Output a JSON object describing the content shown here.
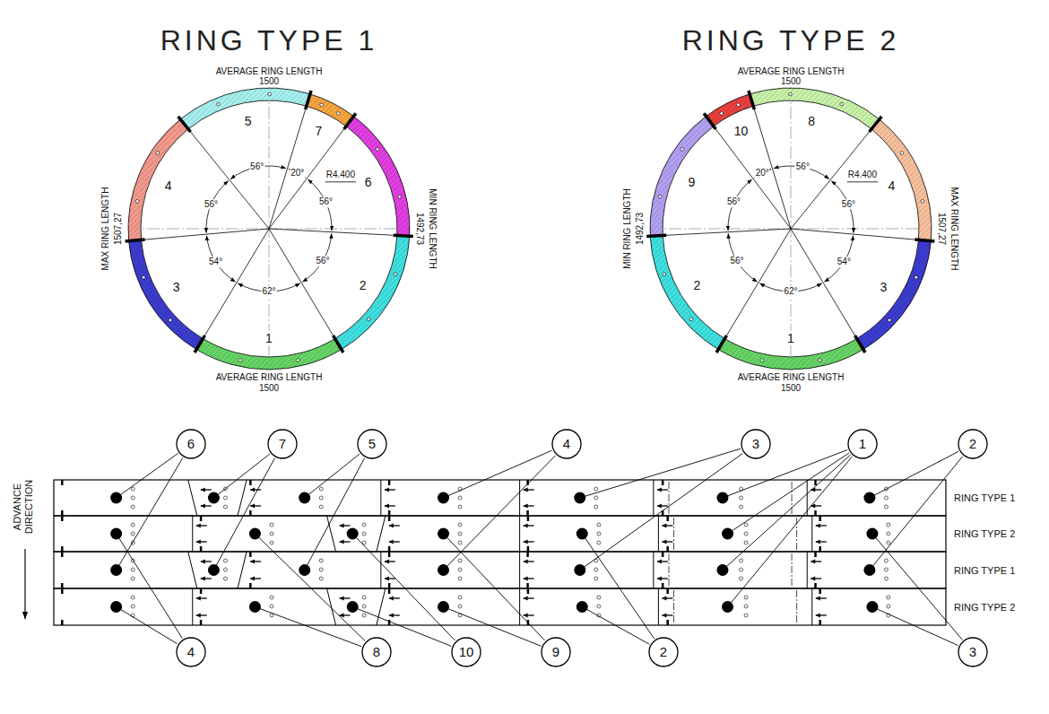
{
  "diagram": {
    "nodes": [
      {
        "text": [
          "6"
        ]
      },
      {
        "text": [
          "7"
        ]
      },
      {
        "text": [
          "5"
        ]
      },
      {
        "text": [
          "4"
        ]
      },
      {
        "text": [
          "3"
        ]
      },
      {
        "text": [
          "1"
        ]
      },
      {
        "text": [
          "2"
        ]
      },
      {
        "text": [
          "4"
        ]
      },
      {
        "text": [
          "8"
        ]
      },
      {
        "text": [
          "10"
        ]
      },
      {
        "text": [
          "9"
        ]
      },
      {
        "text": [
          "2"
        ]
      },
      {
        "text": [
          "3"
        ]
      }
    ],
    "labels": [
      "RING TYPE 1",
      "AVERAGE RING LENGTH",
      "1500",
      "MAX RING LENGTH",
      "1507,27",
      "MIN RING LENGTH",
      "1492,73",
      "AVERAGE RING LENGTH",
      "1500",
      "5",
      "7",
      "6",
      "4",
      "3",
      "2",
      "1",
      "56°",
      "20°",
      "56°",
      "56°",
      "54°",
      "62°",
      "56°",
      "R4.400",
      "RING TYPE 2",
      "AVERAGE RING LENGTH",
      "1500",
      "MIN RING LENGTH",
      "1492,73",
      "MAX RING LENGTH",
      "1507,27",
      "AVERAGE RING LENGTH",
      "1500",
      "10",
      "8",
      "9",
      "4",
      "2",
      "3",
      "1",
      "20°",
      "56°",
      "56°",
      "56°",
      "56°",
      "62°",
      "54°",
      "R4.400",
      "ADVANCE DIRECTION",
      "RING TYPE 1",
      "RING TYPE 2",
      "RING TYPE 1",
      "RING TYPE 2"
    ]
  }
}
